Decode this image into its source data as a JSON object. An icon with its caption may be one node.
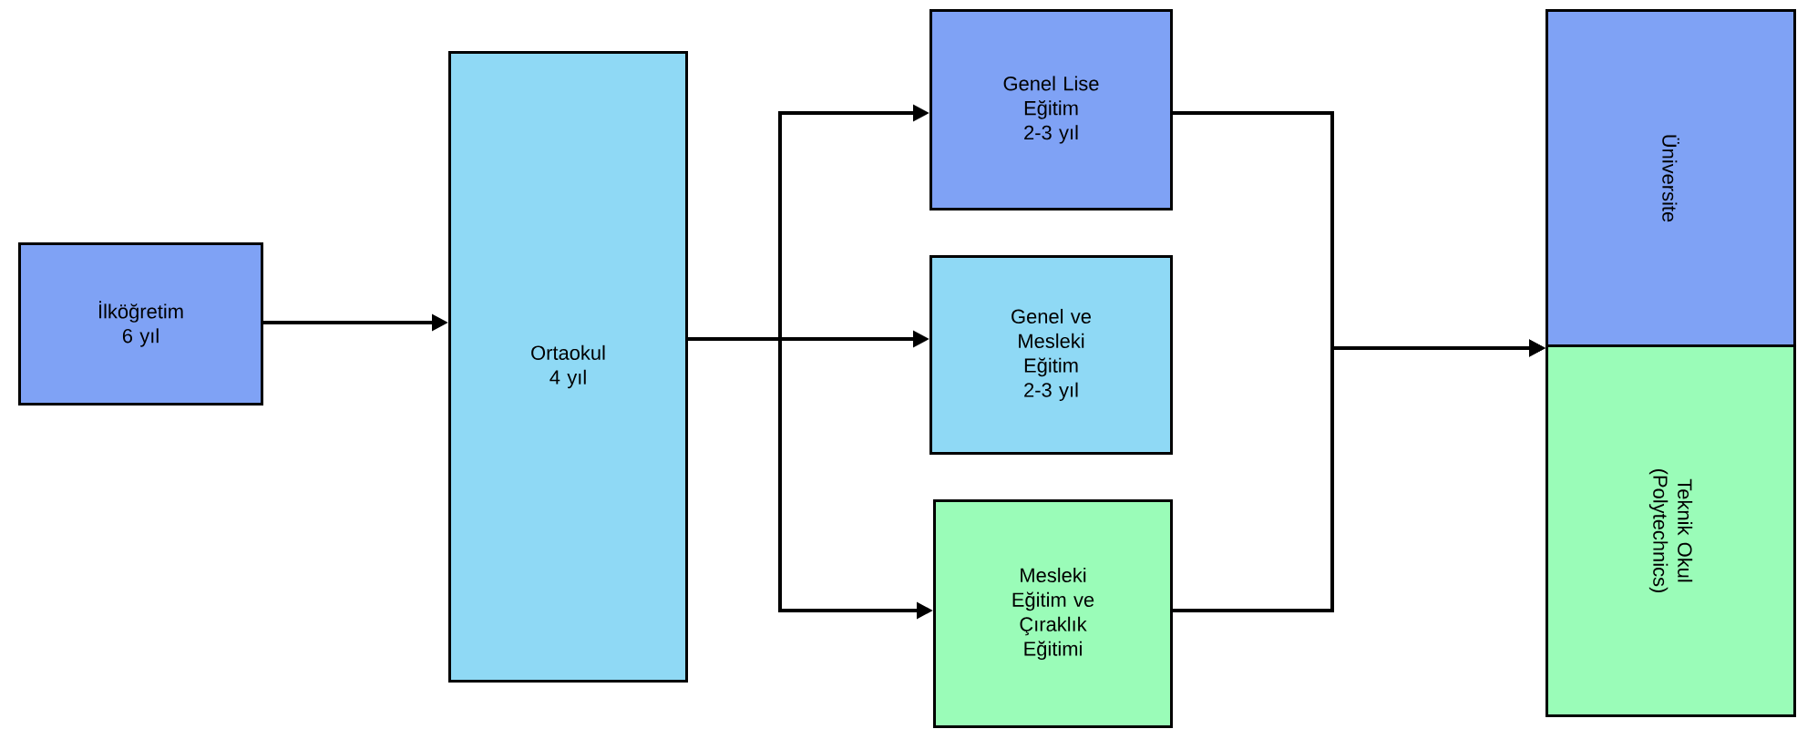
{
  "diagram": {
    "nodes": [
      {
        "text": [
          "İlköğretim 6 yıl"
        ]
      },
      {
        "text": [
          "Ortaokul 4 yıl"
        ]
      },
      {
        "text": [
          "Genel Lise Eğitim 2-3 yıl"
        ]
      },
      {
        "text": [
          "Genel ve Mesleki Eğitim 2-3 yıl"
        ]
      },
      {
        "text": [
          "Mesleki Eğitim ve Çıraklık Eğitimi"
        ]
      },
      {
        "text": [
          "Üniversite"
        ]
      },
      {
        "text": [
          "Teknik Okul (Polytechnics)"
        ]
      }
    ],
    "edges": [
      {
        "from": 0,
        "to": 1,
        "arrow": "to"
      },
      {
        "from": 1,
        "to": 2,
        "arrow": "to"
      },
      {
        "from": 1,
        "to": 3,
        "arrow": "to"
      },
      {
        "from": 1,
        "to": 4,
        "arrow": "to"
      },
      {
        "from": 2,
        "to": 5,
        "arrow": "to"
      },
      {
        "from": 2,
        "to": 6,
        "arrow": "to"
      },
      {
        "from": 4,
        "to": 5,
        "arrow": "to"
      },
      {
        "from": 4,
        "to": 6,
        "arrow": "to"
      }
    ]
  }
}
